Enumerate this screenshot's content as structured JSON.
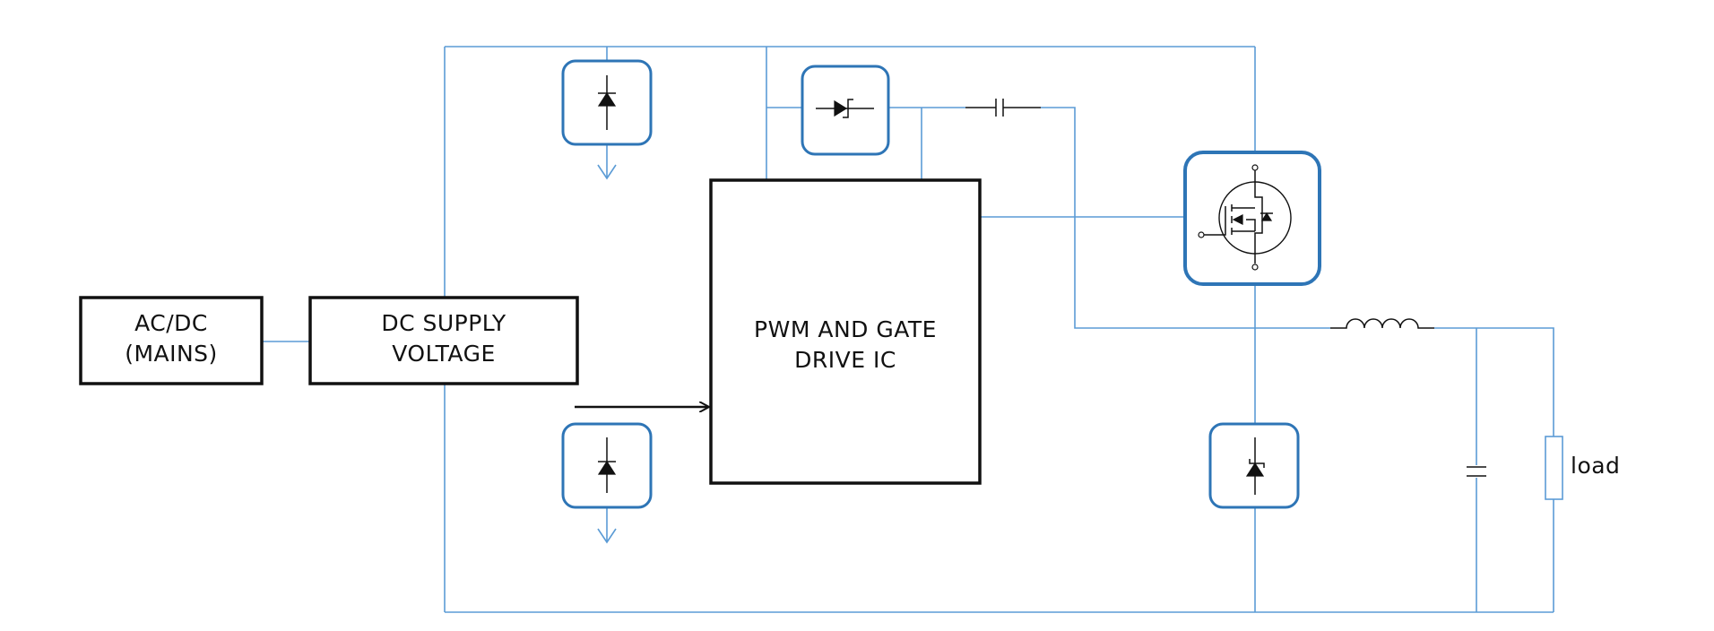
{
  "blocks": {
    "acdc": {
      "line1": "AC/DC",
      "line2": "(MAINS)"
    },
    "dc_supply": {
      "line1": "DC SUPPLY",
      "line2": "VOLTAGE"
    },
    "pwm": {
      "line1": "PWM AND GATE",
      "line2": "DRIVE IC"
    }
  },
  "labels": {
    "load": "load"
  },
  "colors": {
    "wire": "#5b9bd5",
    "component_border": "#2e75b6",
    "block_border": "#111111"
  },
  "components": [
    {
      "name": "rectifier-diode-top",
      "icon": "diode-icon"
    },
    {
      "name": "rectifier-diode-bottom",
      "icon": "diode-icon"
    },
    {
      "name": "bootstrap-diode",
      "icon": "diode-icon"
    },
    {
      "name": "power-mosfet",
      "icon": "mosfet-icon"
    },
    {
      "name": "freewheel-diode",
      "icon": "schottky-diode-icon"
    },
    {
      "name": "bootstrap-capacitor",
      "icon": "capacitor-icon"
    },
    {
      "name": "output-inductor",
      "icon": "inductor-icon"
    },
    {
      "name": "output-capacitor",
      "icon": "capacitor-icon"
    },
    {
      "name": "load-resistor",
      "icon": "resistor-icon"
    }
  ]
}
